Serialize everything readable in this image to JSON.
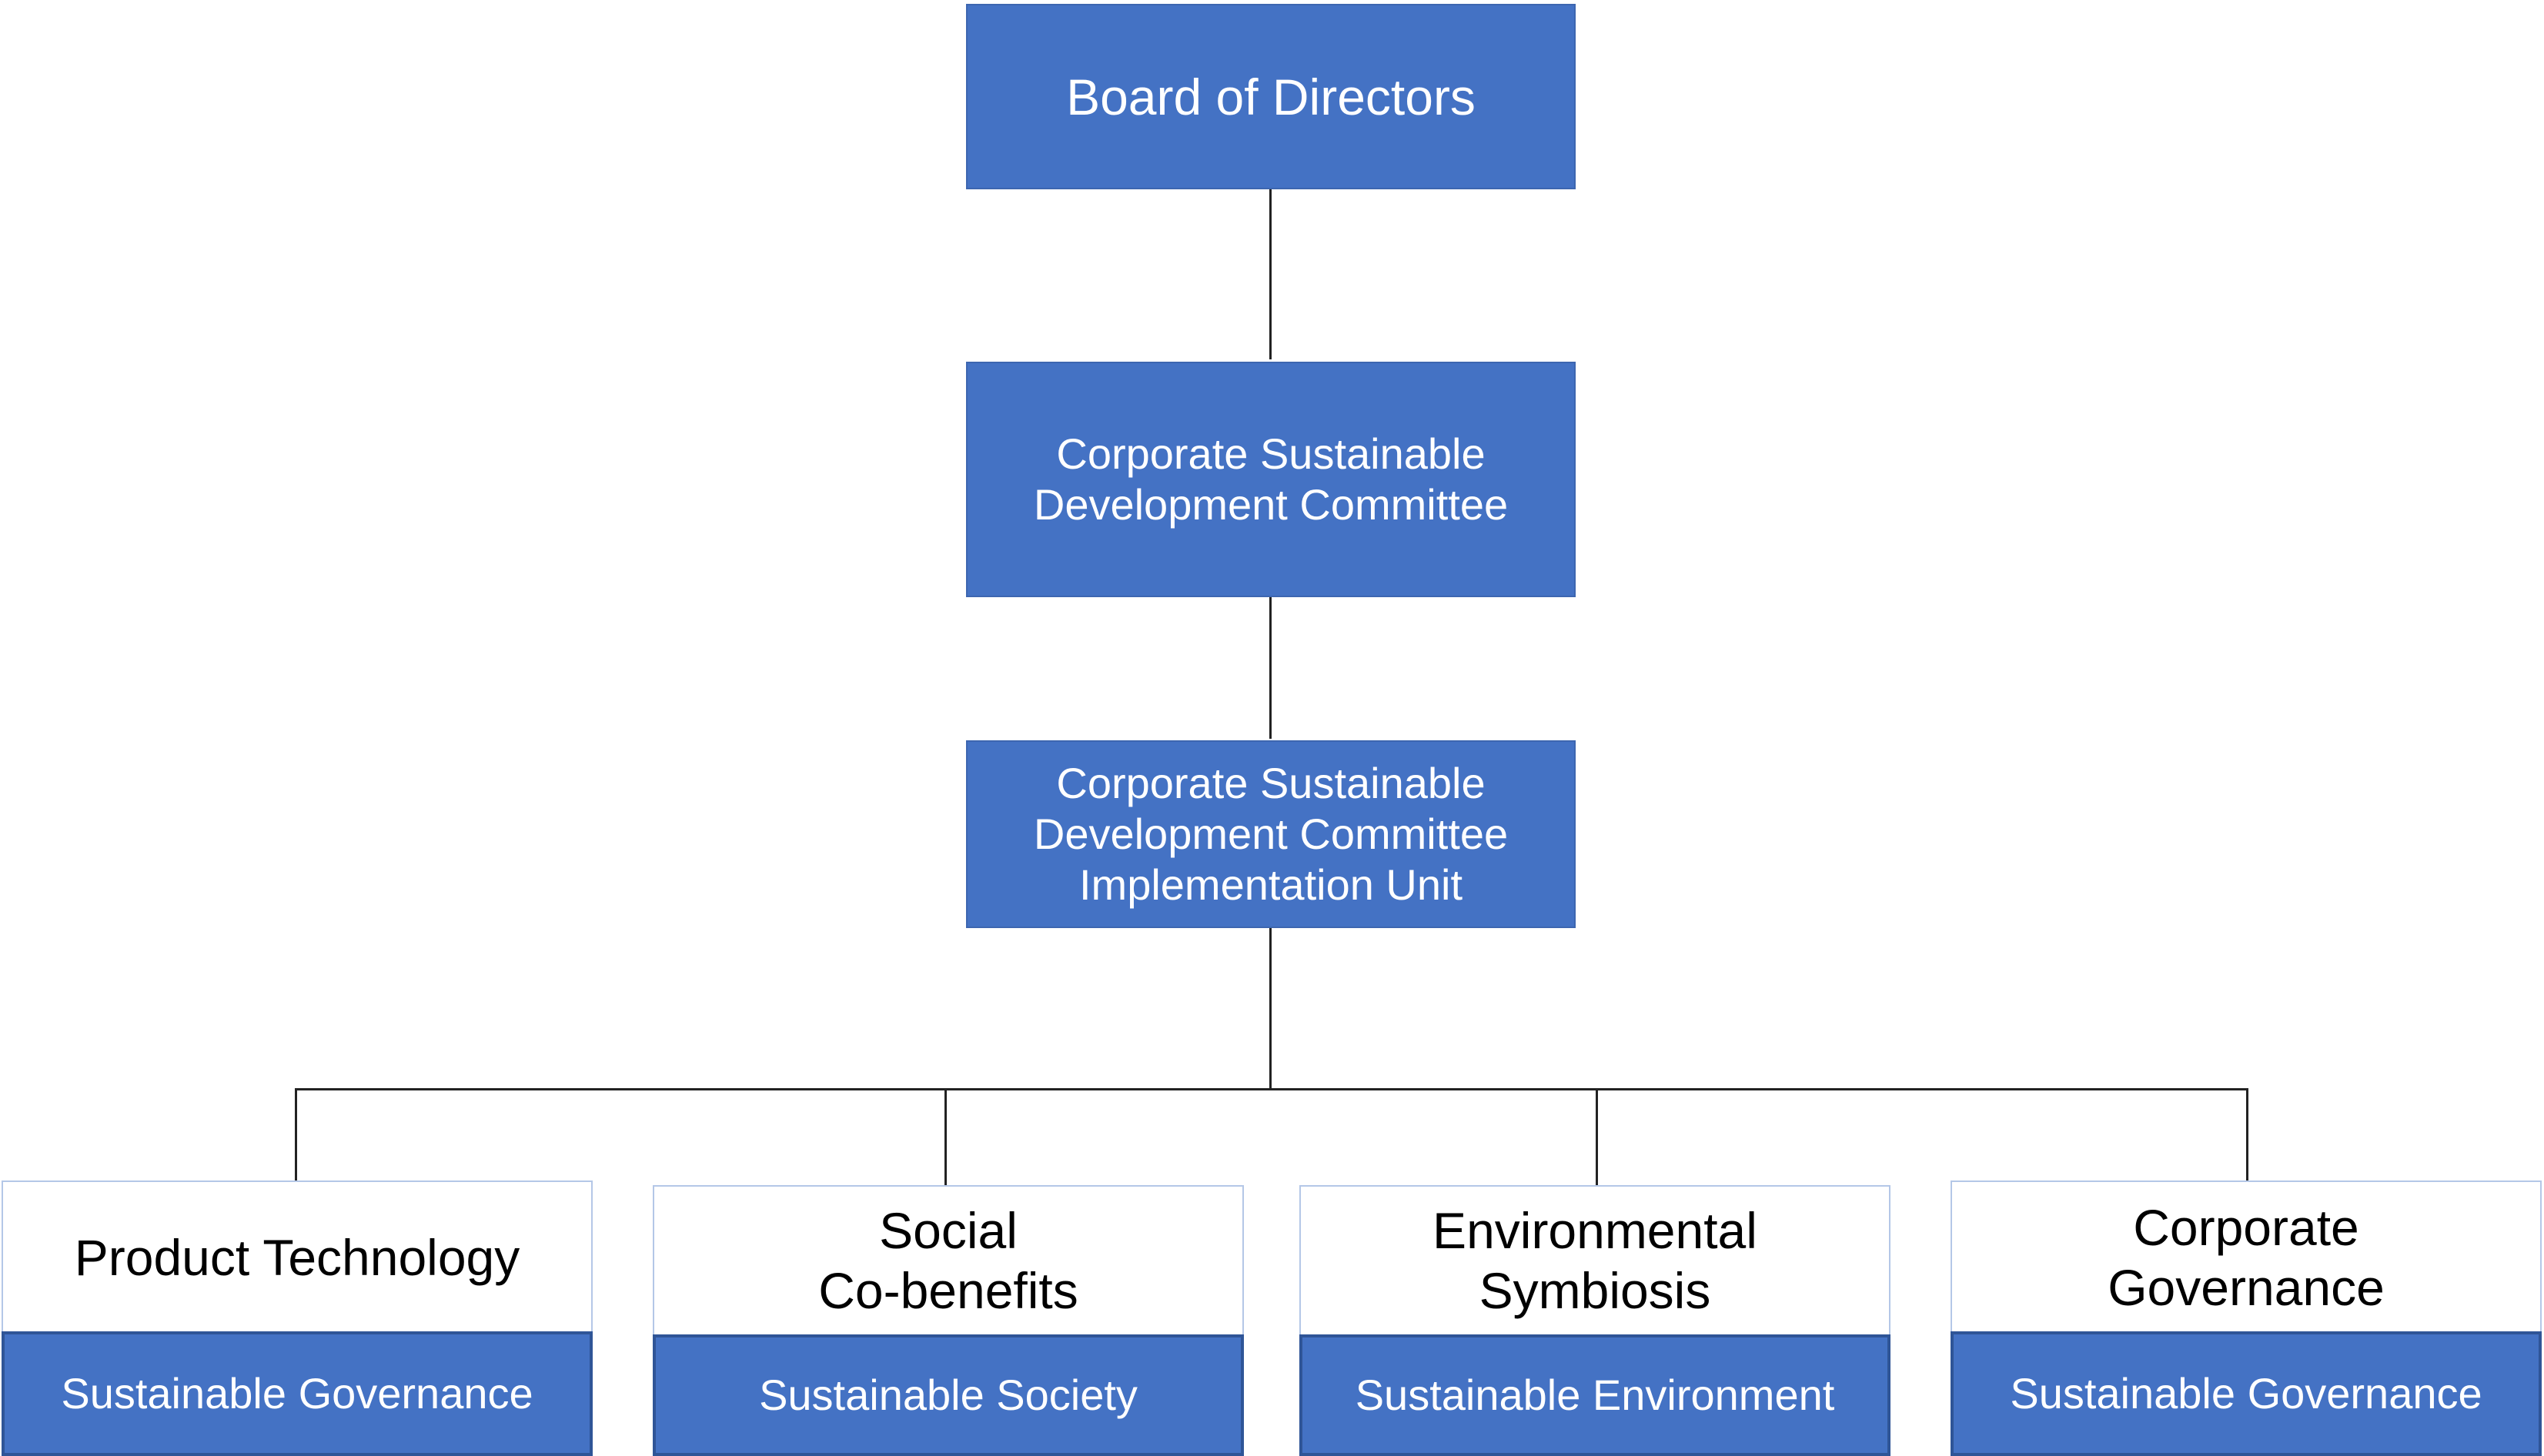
{
  "diagram": {
    "board": "Board of Directors",
    "committee": "Corporate Sustainable\nDevelopment Committee",
    "implementation_unit": "Corporate Sustainable\nDevelopment Committee\nImplementation Unit",
    "units": [
      {
        "name": "Product Technology",
        "category": "Sustainable Governance"
      },
      {
        "name": "Social\nCo-benefits",
        "category": "Sustainable Society"
      },
      {
        "name": "Environmental\nSymbiosis",
        "category": "Sustainable Environment"
      },
      {
        "name": "Corporate\nGovernance",
        "category": "Sustainable Governance"
      }
    ],
    "colors": {
      "box_fill": "#4472c4",
      "box_text": "#ffffff",
      "unit_border": "#b4c7e7",
      "category_border": "#2f5597",
      "connector": "#222222"
    }
  }
}
